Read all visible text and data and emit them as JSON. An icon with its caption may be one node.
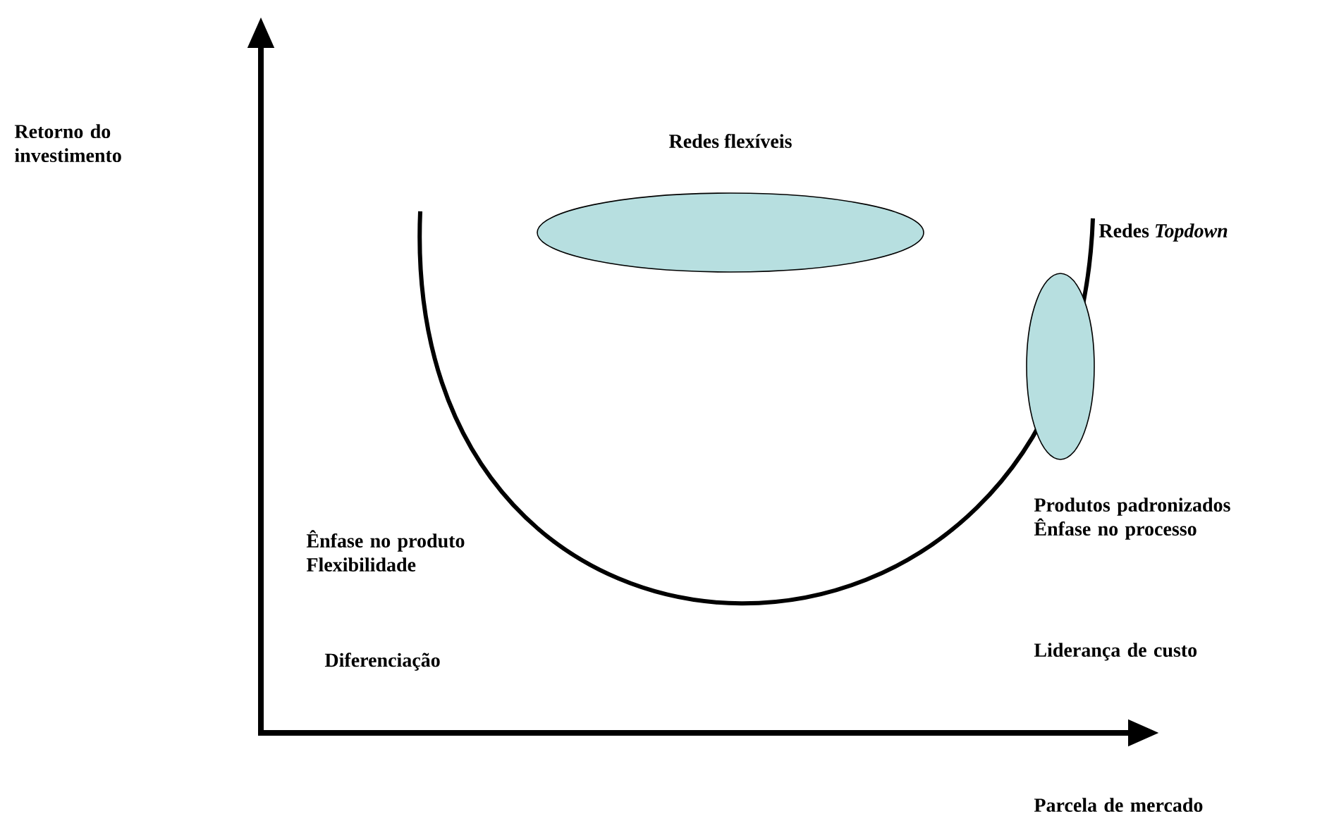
{
  "diagram": {
    "nodes": [
      {
        "text": [
          "Redes flexíveis"
        ]
      },
      {
        "text": [
          "Redes *Topdown*"
        ]
      }
    ],
    "edges": [],
    "labels": [
      "Retorno do investimento",
      "Produtos padronizados Ênfase no processo",
      "Ênfase no produto Flexibilidade",
      "Diferenciação",
      "Liderança de custo",
      "Parcela de mercado"
    ]
  }
}
